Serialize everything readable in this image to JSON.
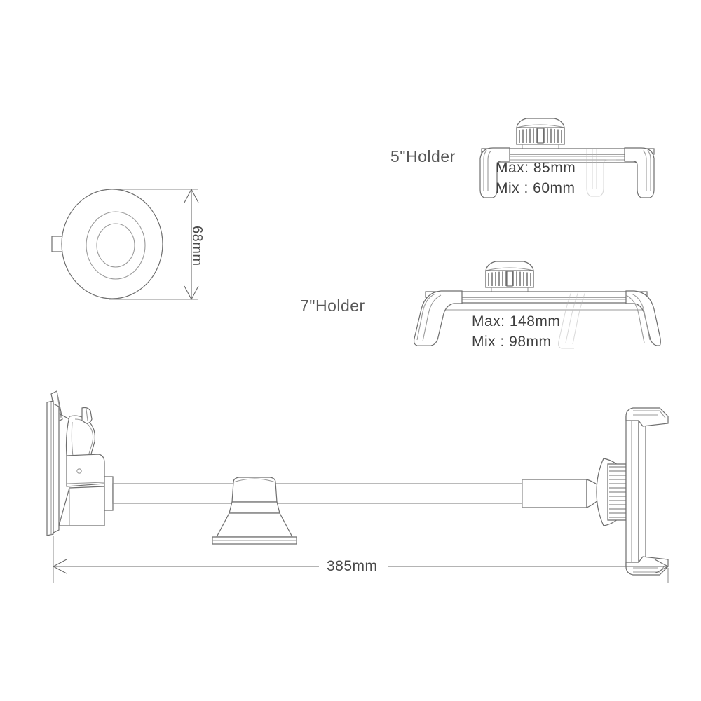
{
  "document": {
    "type": "technical-drawing",
    "subject": "Long arm windshield suction cup phone mount",
    "background_color": "#ffffff",
    "line_color": "#6e6e6e",
    "text_color": "#4a4a4a"
  },
  "views": {
    "suction_cup_top": {
      "name": "suction-cup-top-view",
      "dimension_label": "68mm",
      "dimension_orientation": "vertical"
    },
    "holder_5in": {
      "name": "5-inch-holder",
      "label": "5\"Holder",
      "max_label": "Max: 85mm",
      "min_label": "Mix : 60mm"
    },
    "holder_7in": {
      "name": "7-inch-holder",
      "label": "7\"Holder",
      "max_label": "Max: 148mm",
      "min_label": "Mix : 98mm"
    },
    "assembly_side": {
      "name": "full-assembly-side-view",
      "dimension_label": "385mm",
      "dimension_orientation": "horizontal"
    }
  },
  "chart_data": {
    "type": "table",
    "title": "Phone mount holder dimensions",
    "categories": [
      "5\" Holder",
      "7\" Holder",
      "Suction cup",
      "Full assembly"
    ],
    "rows": [
      {
        "part": "5\" Holder",
        "max": "85mm",
        "min": "60mm"
      },
      {
        "part": "7\" Holder",
        "max": "148mm",
        "min": "98mm"
      },
      {
        "part": "Suction cup diameter",
        "max": "68mm",
        "min": "68mm"
      },
      {
        "part": "Full assembly length",
        "max": "385mm",
        "min": "385mm"
      }
    ]
  }
}
